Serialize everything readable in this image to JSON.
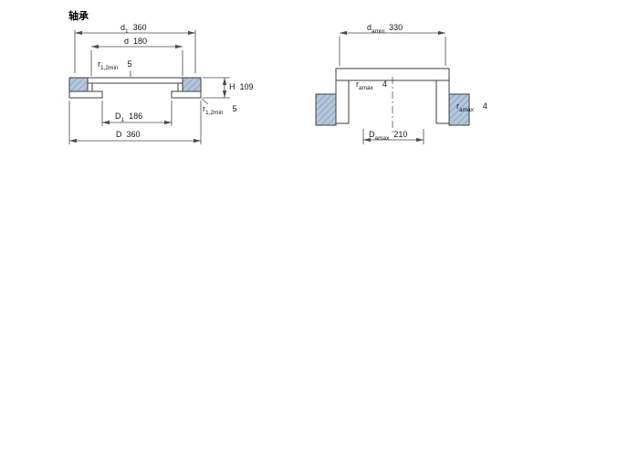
{
  "page": {
    "title": "轴承"
  },
  "colors": {
    "line": "#3f3f3f",
    "dim_line": "#4a4a4a",
    "hatch_fill": "#b3c6db",
    "hatch_stroke": "#7e97b0",
    "text": "#151515"
  },
  "left_view": {
    "dims": {
      "d1": {
        "base": "d",
        "sub": "1",
        "value": "360"
      },
      "d": {
        "base": "d",
        "sub": "",
        "value": "180"
      },
      "r12_top": {
        "base": "r",
        "sub": "1,2min",
        "value": "5"
      },
      "H": {
        "base": "H",
        "sub": "",
        "value": "109"
      },
      "r12_bottom": {
        "base": "r",
        "sub": "1,2min",
        "value": "5"
      },
      "D1": {
        "base": "D",
        "sub": "1",
        "value": "186"
      },
      "D": {
        "base": "D",
        "sub": "",
        "value": "360"
      }
    }
  },
  "right_view": {
    "dims": {
      "damin": {
        "base": "d",
        "sub": "amin",
        "value": "330"
      },
      "ramax_top": {
        "base": "r",
        "sub": "amax",
        "value": "4"
      },
      "ramax_right": {
        "base": "r",
        "sub": "amax",
        "value": "4"
      },
      "Damax": {
        "base": "D",
        "sub": "amax",
        "value": "210"
      }
    }
  }
}
